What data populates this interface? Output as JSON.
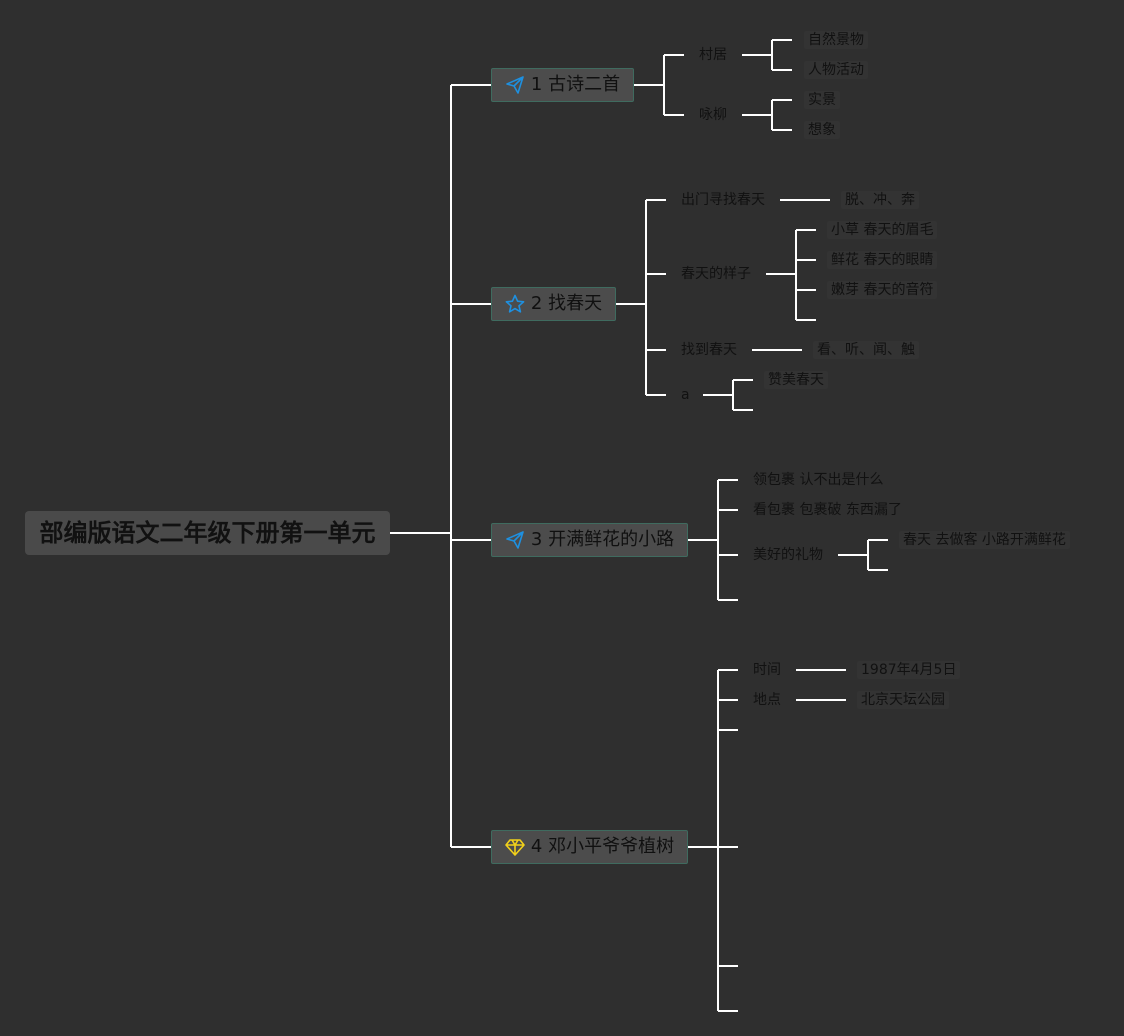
{
  "root": {
    "label": "部编版语文二年级下册第一单元"
  },
  "colors": {
    "background": "#2f2f2f",
    "line": "#ffffff",
    "topic_fill": "#4c4c4c",
    "topic_border": "#3f6b5f",
    "icon_blue": "#1e90e0",
    "icon_yellow": "#f2d11a"
  },
  "topics": [
    {
      "label": "1 古诗二首",
      "icon": "paper-plane-icon",
      "children": [
        {
          "label": "村居",
          "children": [
            "自然景物",
            "人物活动"
          ]
        },
        {
          "label": "咏柳",
          "children": [
            "实景",
            "想象"
          ]
        }
      ]
    },
    {
      "label": "2 找春天",
      "icon": "star-icon",
      "children": [
        {
          "label": "出门寻找春天",
          "children": [
            "脱、冲、奔"
          ]
        },
        {
          "label": "春天的样子",
          "children": [
            "小草 春天的眉毛",
            "鲜花 春天的眼睛",
            "嫩芽 春天的音符",
            ""
          ]
        },
        {
          "label": "找到春天",
          "children": [
            "看、听、闻、触"
          ]
        },
        {
          "label": "a",
          "children": [
            "赞美春天",
            ""
          ]
        }
      ]
    },
    {
      "label": "3 开满鲜花的小路",
      "icon": "paper-plane-icon",
      "children": [
        {
          "label": "领包裹 认不出是什么"
        },
        {
          "label": "看包裹 包裹破 东西漏了"
        },
        {
          "label": "美好的礼物",
          "children": [
            "春天 去做客 小路开满鲜花",
            ""
          ]
        },
        {
          "label": ""
        }
      ]
    },
    {
      "label": "4 邓小平爷爷植树",
      "icon": "diamond-icon",
      "children": [
        {
          "label": "时间",
          "children": [
            "1987年4月5日"
          ]
        },
        {
          "label": "地点",
          "children": [
            "北京天坛公园"
          ]
        },
        {
          "label": ""
        },
        {
          "label": ""
        },
        {
          "label": ""
        },
        {
          "label": ""
        }
      ]
    }
  ]
}
